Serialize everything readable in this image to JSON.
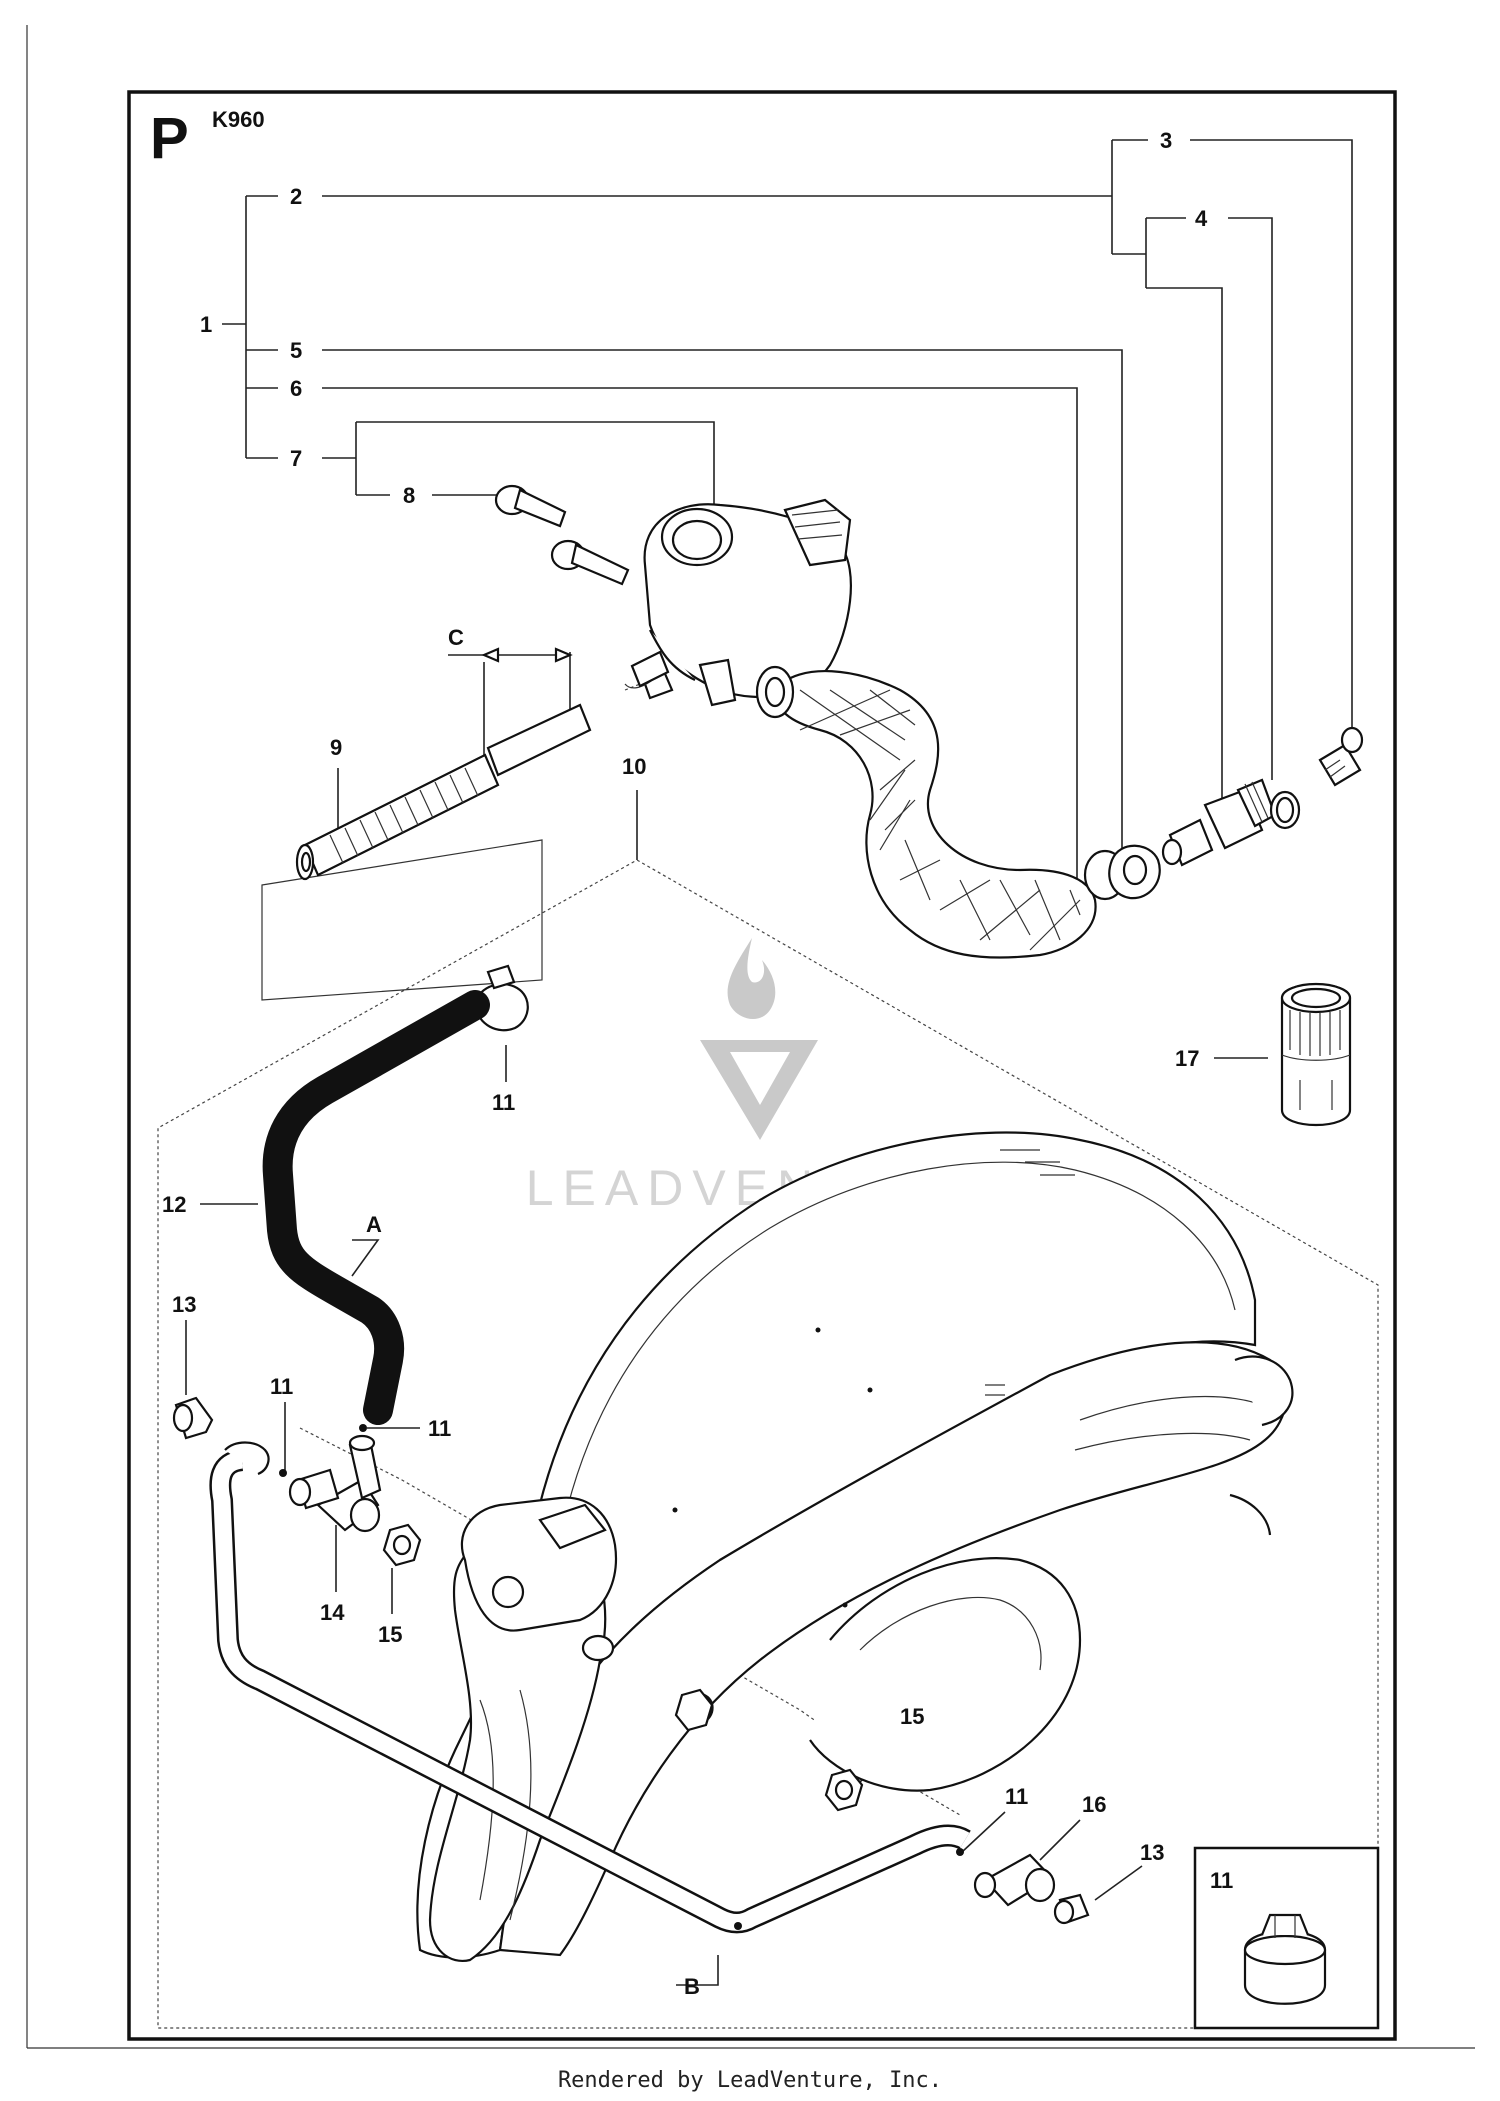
{
  "page": {
    "section_letter": "P",
    "model": "K960",
    "watermark": "LEADVENTURE",
    "footer": "Rendered by LeadVenture, Inc."
  },
  "callouts": [
    "1",
    "2",
    "3",
    "4",
    "5",
    "6",
    "7",
    "8",
    "9",
    "10",
    "11",
    "12",
    "13",
    "14",
    "15",
    "16",
    "17"
  ],
  "connector_letters": [
    "A",
    "B",
    "C"
  ],
  "inset": {
    "label": "11"
  }
}
